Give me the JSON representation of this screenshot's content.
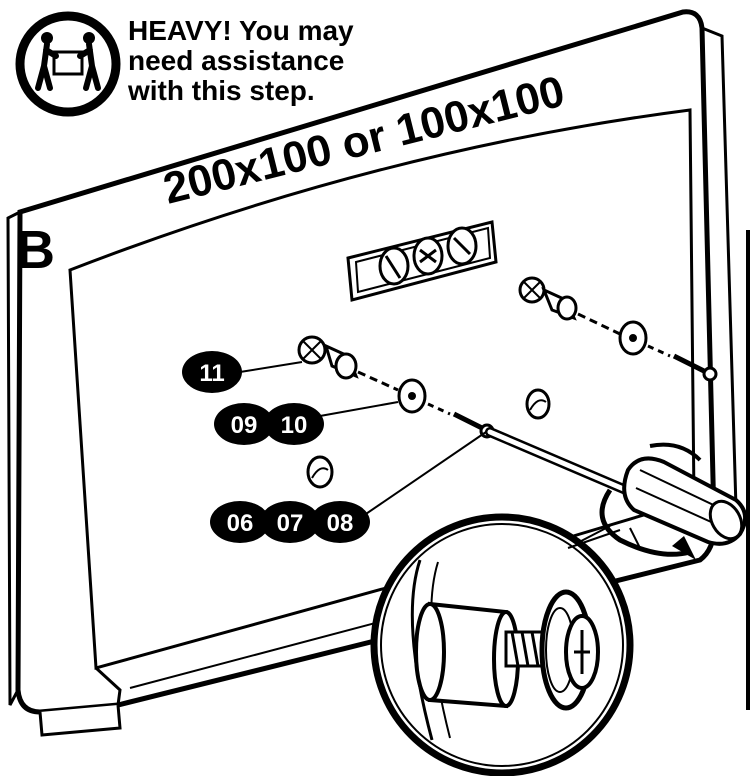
{
  "warning": {
    "line1": "HEAVY! You may",
    "line2": "need assistance",
    "line3": "with this step.",
    "icon": "two-person-lift-icon"
  },
  "step_letter": "B",
  "pattern_label": "200x100 or 100x100",
  "part_labels": {
    "p11": "11",
    "p09": "09",
    "p10": "10",
    "p06": "06",
    "p07": "07",
    "p08": "08"
  },
  "colors": {
    "ink": "#000000",
    "paper": "#ffffff",
    "metal": "#d9d9d9"
  }
}
